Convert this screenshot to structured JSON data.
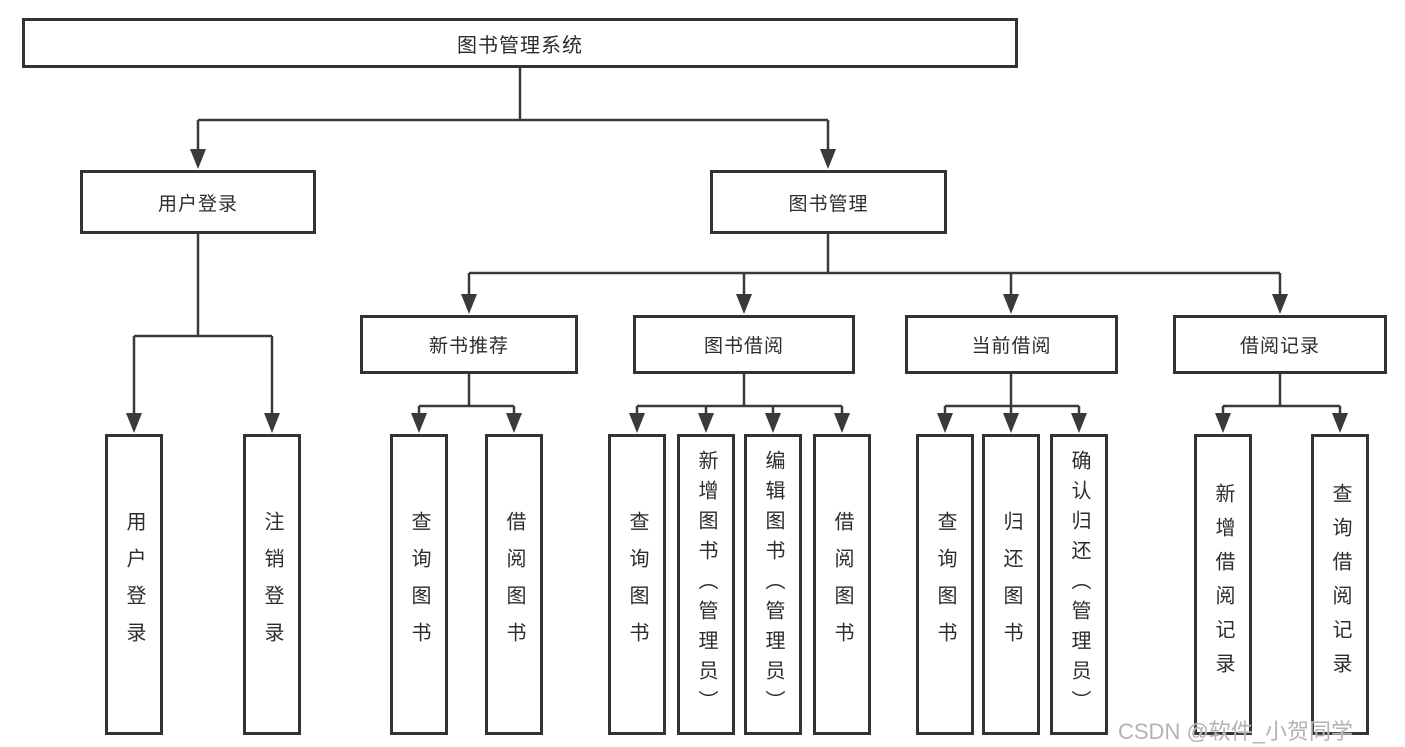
{
  "diagram": {
    "root": "图书管理系统",
    "level2": {
      "user_login": "用户登录",
      "book_management": "图书管理"
    },
    "level3": {
      "new_book_recommend": "新书推荐",
      "book_borrowing": "图书借阅",
      "current_borrowing": "当前借阅",
      "borrowing_records": "借阅记录"
    },
    "leaves": {
      "user_login": [
        "用户登录",
        "注销登录"
      ],
      "new_book_recommend": [
        "查询图书",
        "借阅图书"
      ],
      "book_borrowing": [
        "查询图书",
        "新增图书（管理员）",
        "编辑图书（管理员）",
        "借阅图书"
      ],
      "current_borrowing": [
        "查询图书",
        "归还图书",
        "确认归还（管理员）"
      ],
      "borrowing_records": [
        "新增借阅记录",
        "查询借阅记录"
      ]
    }
  },
  "watermark": {
    "text": "CSDN @软件_小贺同学"
  },
  "colors": {
    "line": "#3a3a3a",
    "border": "#333333",
    "text": "#2d2d2d",
    "watermark": "#b3b3b3"
  }
}
